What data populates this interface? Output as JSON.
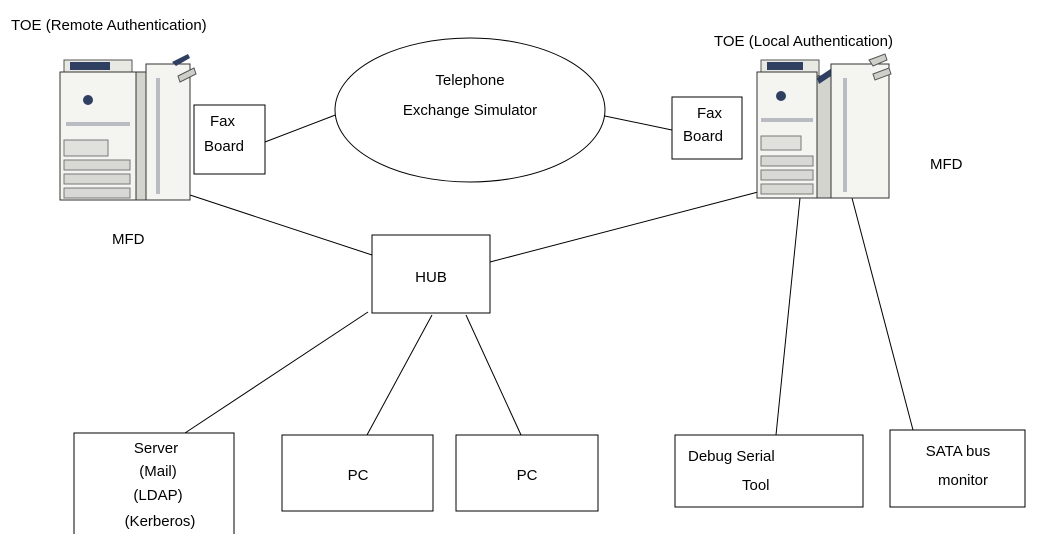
{
  "titles": {
    "remote_toe": "TOE (Remote Authentication)",
    "local_toe": "TOE (Local Authentication)"
  },
  "labels": {
    "mfd_left": "MFD",
    "mfd_right": "MFD"
  },
  "nodes": {
    "exchange": {
      "line1": "Telephone",
      "line2": "Exchange Simulator"
    },
    "fax_left": {
      "line1": "Fax",
      "line2": "Board"
    },
    "fax_right": {
      "line1": "Fax",
      "line2": "Board"
    },
    "hub": {
      "label": "HUB"
    },
    "server": {
      "line1": "Server",
      "line2": "(Mail)",
      "line3": "(LDAP)",
      "line4": "(Kerberos)"
    },
    "pc1": {
      "label": "PC"
    },
    "pc2": {
      "label": "PC"
    },
    "debug": {
      "line1": "Debug Serial",
      "line2": "Tool"
    },
    "sata": {
      "line1": "SATA bus",
      "line2": "monitor"
    }
  },
  "colors": {
    "line": "#000000",
    "printer_body": "#f4f4f0",
    "printer_dark": "#2f3f62",
    "printer_shade": "#b9bcc2"
  },
  "icons": [
    "printer-icon",
    "printer-icon"
  ]
}
